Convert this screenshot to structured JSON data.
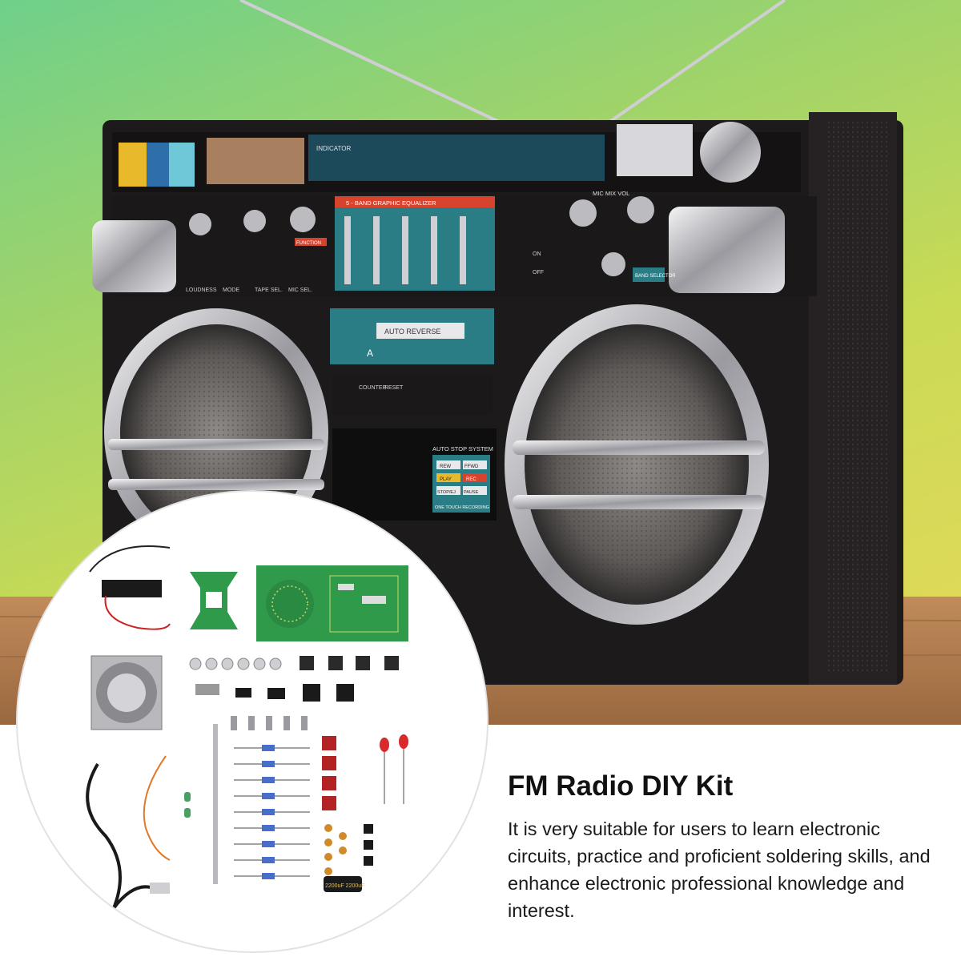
{
  "product": {
    "title": "FM Radio DIY Kit",
    "description": "It is very suitable for users to learn electronic circuits, practice and proficient soldering skills, and enhance electronic professional knowledge and interest."
  },
  "boombox_labels": {
    "indicator": "INDICATOR",
    "equalizer": "5 - BAND GRAPHIC EQUALIZER",
    "mic_mix_vol": "MIC MIX VOL",
    "loudness": "LOUDNESS",
    "mode": "MODE",
    "tape_sel": "TAPE SEL.",
    "mic_sel": "MIC SEL.",
    "function": "FUNCTION",
    "band_selector": "BAND SELECTOR",
    "on": "ON",
    "off": "OFF",
    "auto_reverse": "AUTO REVERSE",
    "tape_side": "A",
    "counter": "COUNTER",
    "reset": "RESET",
    "auto_stop_system": "AUTO STOP SYSTEM",
    "rew": "REW",
    "ffwd": "FFWD",
    "play": "PLAY",
    "rec": "REC",
    "stop_ej": "STOP/EJ",
    "pause": "PAUSE",
    "one_touch": "ONE TOUCH RECORDING"
  },
  "kit_labels": {
    "capacitor": "2200uF 2200uF"
  },
  "colors": {
    "background_green": "#6fd08a",
    "background_yellow": "#e8d85a",
    "boombox_body": "#1d1a1b",
    "chrome": "#c8c8cc",
    "table_wood": "#a8764a",
    "pcb_green": "#2f9a4a",
    "text": "#111111"
  }
}
